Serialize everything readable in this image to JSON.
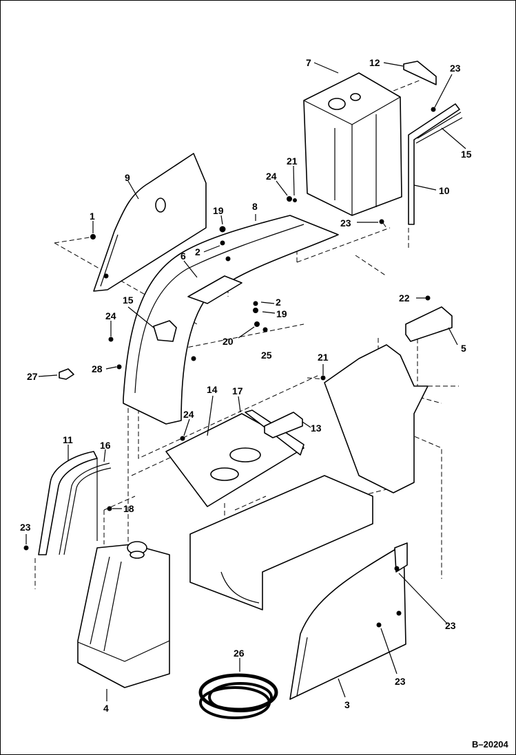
{
  "diagram": {
    "reference_code": "B–20204",
    "callouts": [
      {
        "id": "c7",
        "label": "7"
      },
      {
        "id": "c12",
        "label": "12"
      },
      {
        "id": "c23a",
        "label": "23"
      },
      {
        "id": "c15a",
        "label": "15"
      },
      {
        "id": "c10",
        "label": "10"
      },
      {
        "id": "c23b",
        "label": "23"
      },
      {
        "id": "c9",
        "label": "9"
      },
      {
        "id": "c1",
        "label": "1"
      },
      {
        "id": "c24a",
        "label": "24"
      },
      {
        "id": "c21a",
        "label": "21"
      },
      {
        "id": "c19a",
        "label": "19"
      },
      {
        "id": "c8",
        "label": "8"
      },
      {
        "id": "c2a",
        "label": "2"
      },
      {
        "id": "c6",
        "label": "6"
      },
      {
        "id": "c2b",
        "label": "2"
      },
      {
        "id": "c19b",
        "label": "19"
      },
      {
        "id": "c22",
        "label": "22"
      },
      {
        "id": "c15b",
        "label": "15"
      },
      {
        "id": "c24b",
        "label": "24"
      },
      {
        "id": "c20",
        "label": "20"
      },
      {
        "id": "c25",
        "label": "25"
      },
      {
        "id": "c5",
        "label": "5"
      },
      {
        "id": "c27",
        "label": "27"
      },
      {
        "id": "c28",
        "label": "28"
      },
      {
        "id": "c21b",
        "label": "21"
      },
      {
        "id": "c14",
        "label": "14"
      },
      {
        "id": "c17",
        "label": "17"
      },
      {
        "id": "c24c",
        "label": "24"
      },
      {
        "id": "c13",
        "label": "13"
      },
      {
        "id": "c11",
        "label": "11"
      },
      {
        "id": "c16",
        "label": "16"
      },
      {
        "id": "c18",
        "label": "18"
      },
      {
        "id": "c23c",
        "label": "23"
      },
      {
        "id": "c23d",
        "label": "23"
      },
      {
        "id": "c23e",
        "label": "23"
      },
      {
        "id": "c26",
        "label": "26"
      },
      {
        "id": "c4",
        "label": "4"
      },
      {
        "id": "c3",
        "label": "3"
      }
    ]
  }
}
